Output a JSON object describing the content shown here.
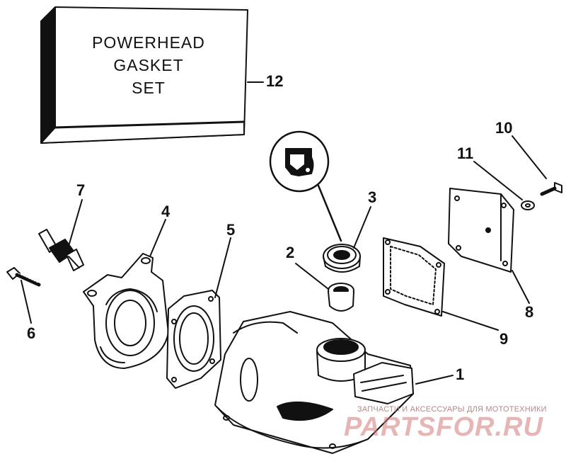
{
  "gasket_box": {
    "line1": "POWERHEAD",
    "line2": "GASKET",
    "line3": "SET"
  },
  "callouts": [
    "1",
    "2",
    "3",
    "4",
    "5",
    "6",
    "7",
    "8",
    "9",
    "10",
    "11",
    "12"
  ],
  "watermark": {
    "caption": "ЗАПЧАСТИ И АКСЕССУАРЫ ДЛЯ МОТОТЕХНИКИ",
    "logo": "PARTSFOR.RU"
  },
  "colors": {
    "ink": "#111111",
    "watermark": "#d27878"
  }
}
